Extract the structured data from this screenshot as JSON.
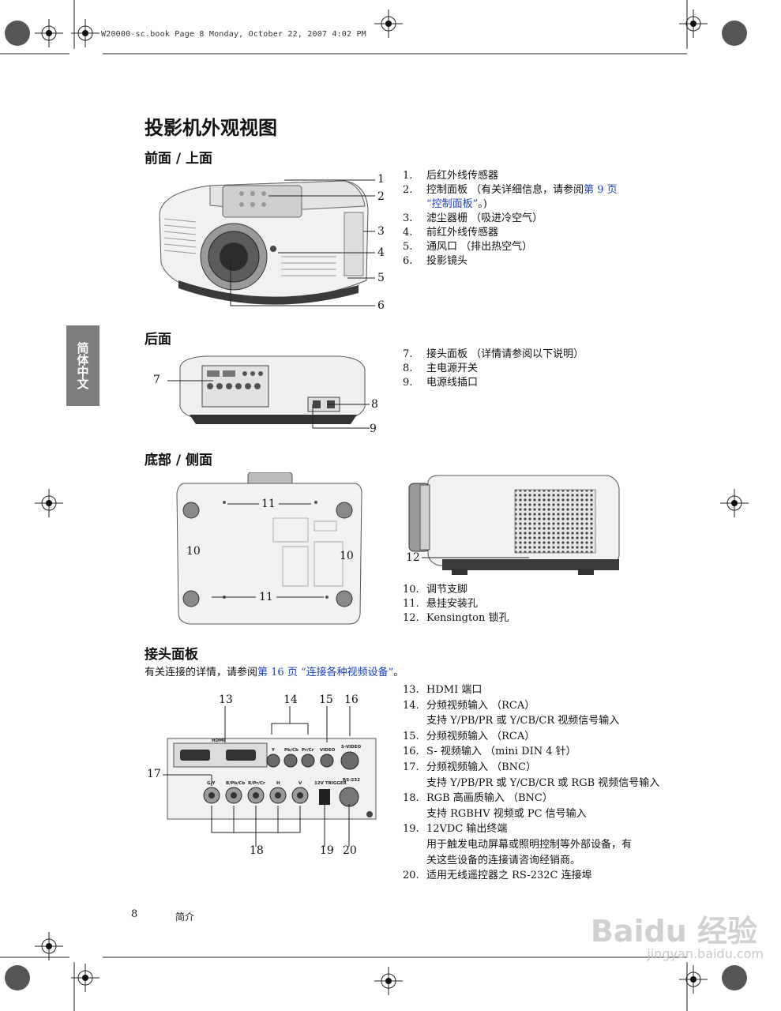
{
  "header": {
    "file_info": "W20000-sc.book  Page 8  Monday, October 22, 2007  4:02 PM"
  },
  "title": "投影机外观视图",
  "side_tab": "简体中文",
  "sections": {
    "front": {
      "heading": "前面 / 上面",
      "callouts": [
        "1",
        "2",
        "3",
        "4",
        "5",
        "6"
      ],
      "items": [
        {
          "num": "1.",
          "text": "后红外线传感器"
        },
        {
          "num": "2.",
          "text": "控制面板 （有关详细信息，请参阅",
          "link": "第 9 页",
          "line2": "“控制面板”",
          "tail": "。)"
        },
        {
          "num": "3.",
          "text": "滤尘器栅 （吸进冷空气）"
        },
        {
          "num": "4.",
          "text": "前红外线传感器"
        },
        {
          "num": "5.",
          "text": "通风口 （排出热空气）"
        },
        {
          "num": "6.",
          "text": "投影镜头"
        }
      ]
    },
    "rear": {
      "heading": "后面",
      "callouts": [
        "7",
        "8",
        "9"
      ],
      "items": [
        {
          "num": "7.",
          "text": "接头面板 （详情请参阅以下说明）"
        },
        {
          "num": "8.",
          "text": "主电源开关"
        },
        {
          "num": "9.",
          "text": "电源线插口"
        }
      ]
    },
    "bottom": {
      "heading": "底部 / 侧面",
      "callouts": [
        "11",
        "10",
        "10",
        "11",
        "12"
      ],
      "items": [
        {
          "num": "10.",
          "text": "调节支脚"
        },
        {
          "num": "11.",
          "text": "悬挂安装孔"
        },
        {
          "num": "12.",
          "text": "Kensington 锁孔"
        }
      ]
    },
    "connectors": {
      "heading": "接头面板",
      "note_prefix": "有关连接的详情，请参阅",
      "note_link": "第 16 页 “连接各种视频设备”",
      "note_suffix": "。",
      "callouts": [
        "13",
        "14",
        "15",
        "16",
        "17",
        "18",
        "19",
        "20"
      ],
      "panel_labels": [
        "HDMI",
        "Y",
        "Pb/Cb",
        "Pr/Cr",
        "VIDEO",
        "S-VIDEO",
        "G/Y",
        "B/Pb/Cb",
        "R/Pr/Cr",
        "H",
        "V",
        "12V TRIGGER",
        "RS-232"
      ],
      "items": [
        {
          "num": "13.",
          "text": "HDMI 端口"
        },
        {
          "num": "14.",
          "text": "分频视频输入 （RCA）",
          "line2": "支持 Y/PB/PR 或 Y/CB/CR 视频信号输入"
        },
        {
          "num": "15.",
          "text": "分频视频输入 （RCA）"
        },
        {
          "num": "16.",
          "text": "S- 视频输入 （mini DIN 4 针）"
        },
        {
          "num": "17.",
          "text": "分频视频输入 （BNC）",
          "line2": "支持 Y/PB/PR 或 Y/CB/CR 或 RGB 视频信号输入"
        },
        {
          "num": "18.",
          "text": "RGB 高画质输入 （BNC）",
          "line2": "支持 RGBHV 视频或 PC 信号输入"
        },
        {
          "num": "19.",
          "text": "12VDC 输出终端",
          "line2": "用于触发电动屏幕或照明控制等外部设备，有",
          "line3": "关这些设备的连接请咨询经销商。"
        },
        {
          "num": "20.",
          "text": "适用无线遥控器之 RS-232C 连接埠"
        }
      ]
    }
  },
  "footer": {
    "page_number": "8",
    "section": "简介"
  },
  "watermark": {
    "brand": "Baidu 经验",
    "url": "jingyan.baidu.com"
  }
}
